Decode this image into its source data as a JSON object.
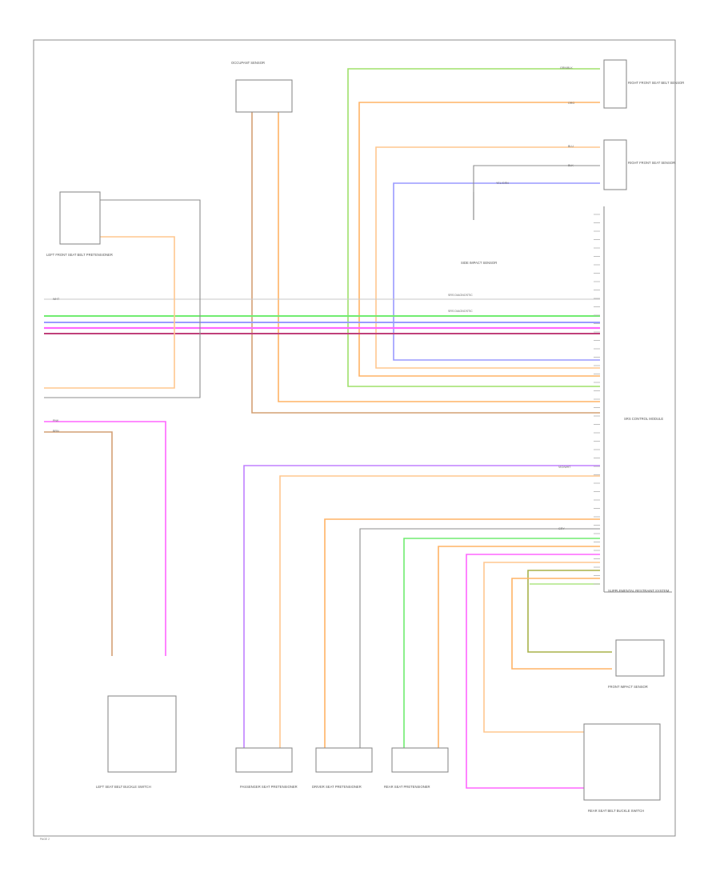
{
  "diagram": {
    "page_number": "PAGE 2",
    "wire_colors": {
      "orange": "#ffb366",
      "lt_orange": "#ffc78f",
      "tan": "#d3a074",
      "green": "#9fe06a",
      "bright_green": "#70ec70",
      "blue": "#9a9aff",
      "pink": "#ff66ff",
      "violet": "#c080ff",
      "magenta": "#c0407a",
      "gray": "#8c8c8c",
      "olive": "#a8b24a",
      "light_gray": "#c8c8c8"
    },
    "components": {
      "sensor_top": "OCCUPANT SENSOR",
      "right_front_sensor_upper": "RIGHT FRONT SEAT BELT SENSOR",
      "right_front_sensor_lower": "RIGHT FRONT SEAT SENSOR",
      "left_front_sensor": "LEFT FRONT SEAT BELT PRETENSIONER",
      "side_sensor": "SIDE IMPACT SENSOR",
      "control_module": "SRS CONTROL MODULE",
      "sdm_note": "SUPPLEMENTAL RESTRAINT SYSTEM",
      "impact_sensor": "FRONT IMPACT SENSOR",
      "left_buckle": "LEFT SEAT BELT BUCKLE SWITCH",
      "pret1": "PASSENGER SEAT PRETENSIONER",
      "pret2": "DRIVER SEAT PRETENSIONER",
      "pret3": "REAR SEAT PRETENSIONER",
      "rear_buckle": "REAR SEAT BELT BUCKLE SWITCH"
    },
    "notes": {
      "note1": "SRS DIAGNOSTIC",
      "note2": "SRS DIAGNOSTIC"
    },
    "wire_labels": {
      "w_grn_blk": "GRN/BLK",
      "w_org": "ORG",
      "w_blu": "BLU",
      "w_blk": "BLK",
      "w_yel": "YEL/GRN",
      "w_pnk": "PNK",
      "w_brn": "BRN",
      "w_vio": "VIO/WHT",
      "w_gry": "GRY",
      "w_wht": "WHT"
    }
  }
}
